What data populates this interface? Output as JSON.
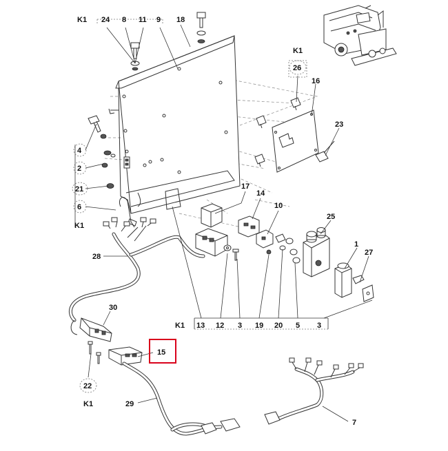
{
  "callouts": [
    {
      "id": "k1-top-left",
      "text": "K1"
    },
    {
      "id": "c24",
      "text": "24"
    },
    {
      "id": "c8",
      "text": "8"
    },
    {
      "id": "c11",
      "text": "11"
    },
    {
      "id": "c9",
      "text": "9"
    },
    {
      "id": "c18",
      "text": "18"
    },
    {
      "id": "k1-top-right",
      "text": "K1"
    },
    {
      "id": "c26",
      "text": "26"
    },
    {
      "id": "c16",
      "text": "16"
    },
    {
      "id": "c23",
      "text": "23"
    },
    {
      "id": "c4",
      "text": "4"
    },
    {
      "id": "c2",
      "text": "2"
    },
    {
      "id": "c21",
      "text": "21"
    },
    {
      "id": "c6",
      "text": "6"
    },
    {
      "id": "k1-left",
      "text": "K1"
    },
    {
      "id": "c17",
      "text": "17"
    },
    {
      "id": "c14",
      "text": "14"
    },
    {
      "id": "c10",
      "text": "10"
    },
    {
      "id": "c25",
      "text": "25"
    },
    {
      "id": "c1",
      "text": "1"
    },
    {
      "id": "c27",
      "text": "27"
    },
    {
      "id": "c28",
      "text": "28"
    },
    {
      "id": "c30",
      "text": "30"
    },
    {
      "id": "k1-bottom",
      "text": "K1"
    },
    {
      "id": "c13",
      "text": "13"
    },
    {
      "id": "c12",
      "text": "12"
    },
    {
      "id": "c3a",
      "text": "3"
    },
    {
      "id": "c19",
      "text": "19"
    },
    {
      "id": "c20",
      "text": "20"
    },
    {
      "id": "c5",
      "text": "5"
    },
    {
      "id": "c3b",
      "text": "3"
    },
    {
      "id": "c15",
      "text": "15"
    },
    {
      "id": "c22",
      "text": "22"
    },
    {
      "id": "k1-bottom-left",
      "text": "K1"
    },
    {
      "id": "c29",
      "text": "29"
    },
    {
      "id": "c7",
      "text": "7"
    }
  ],
  "highlighted_part": "15",
  "colors": {
    "highlight": "#d9001b",
    "line": "#333333"
  }
}
